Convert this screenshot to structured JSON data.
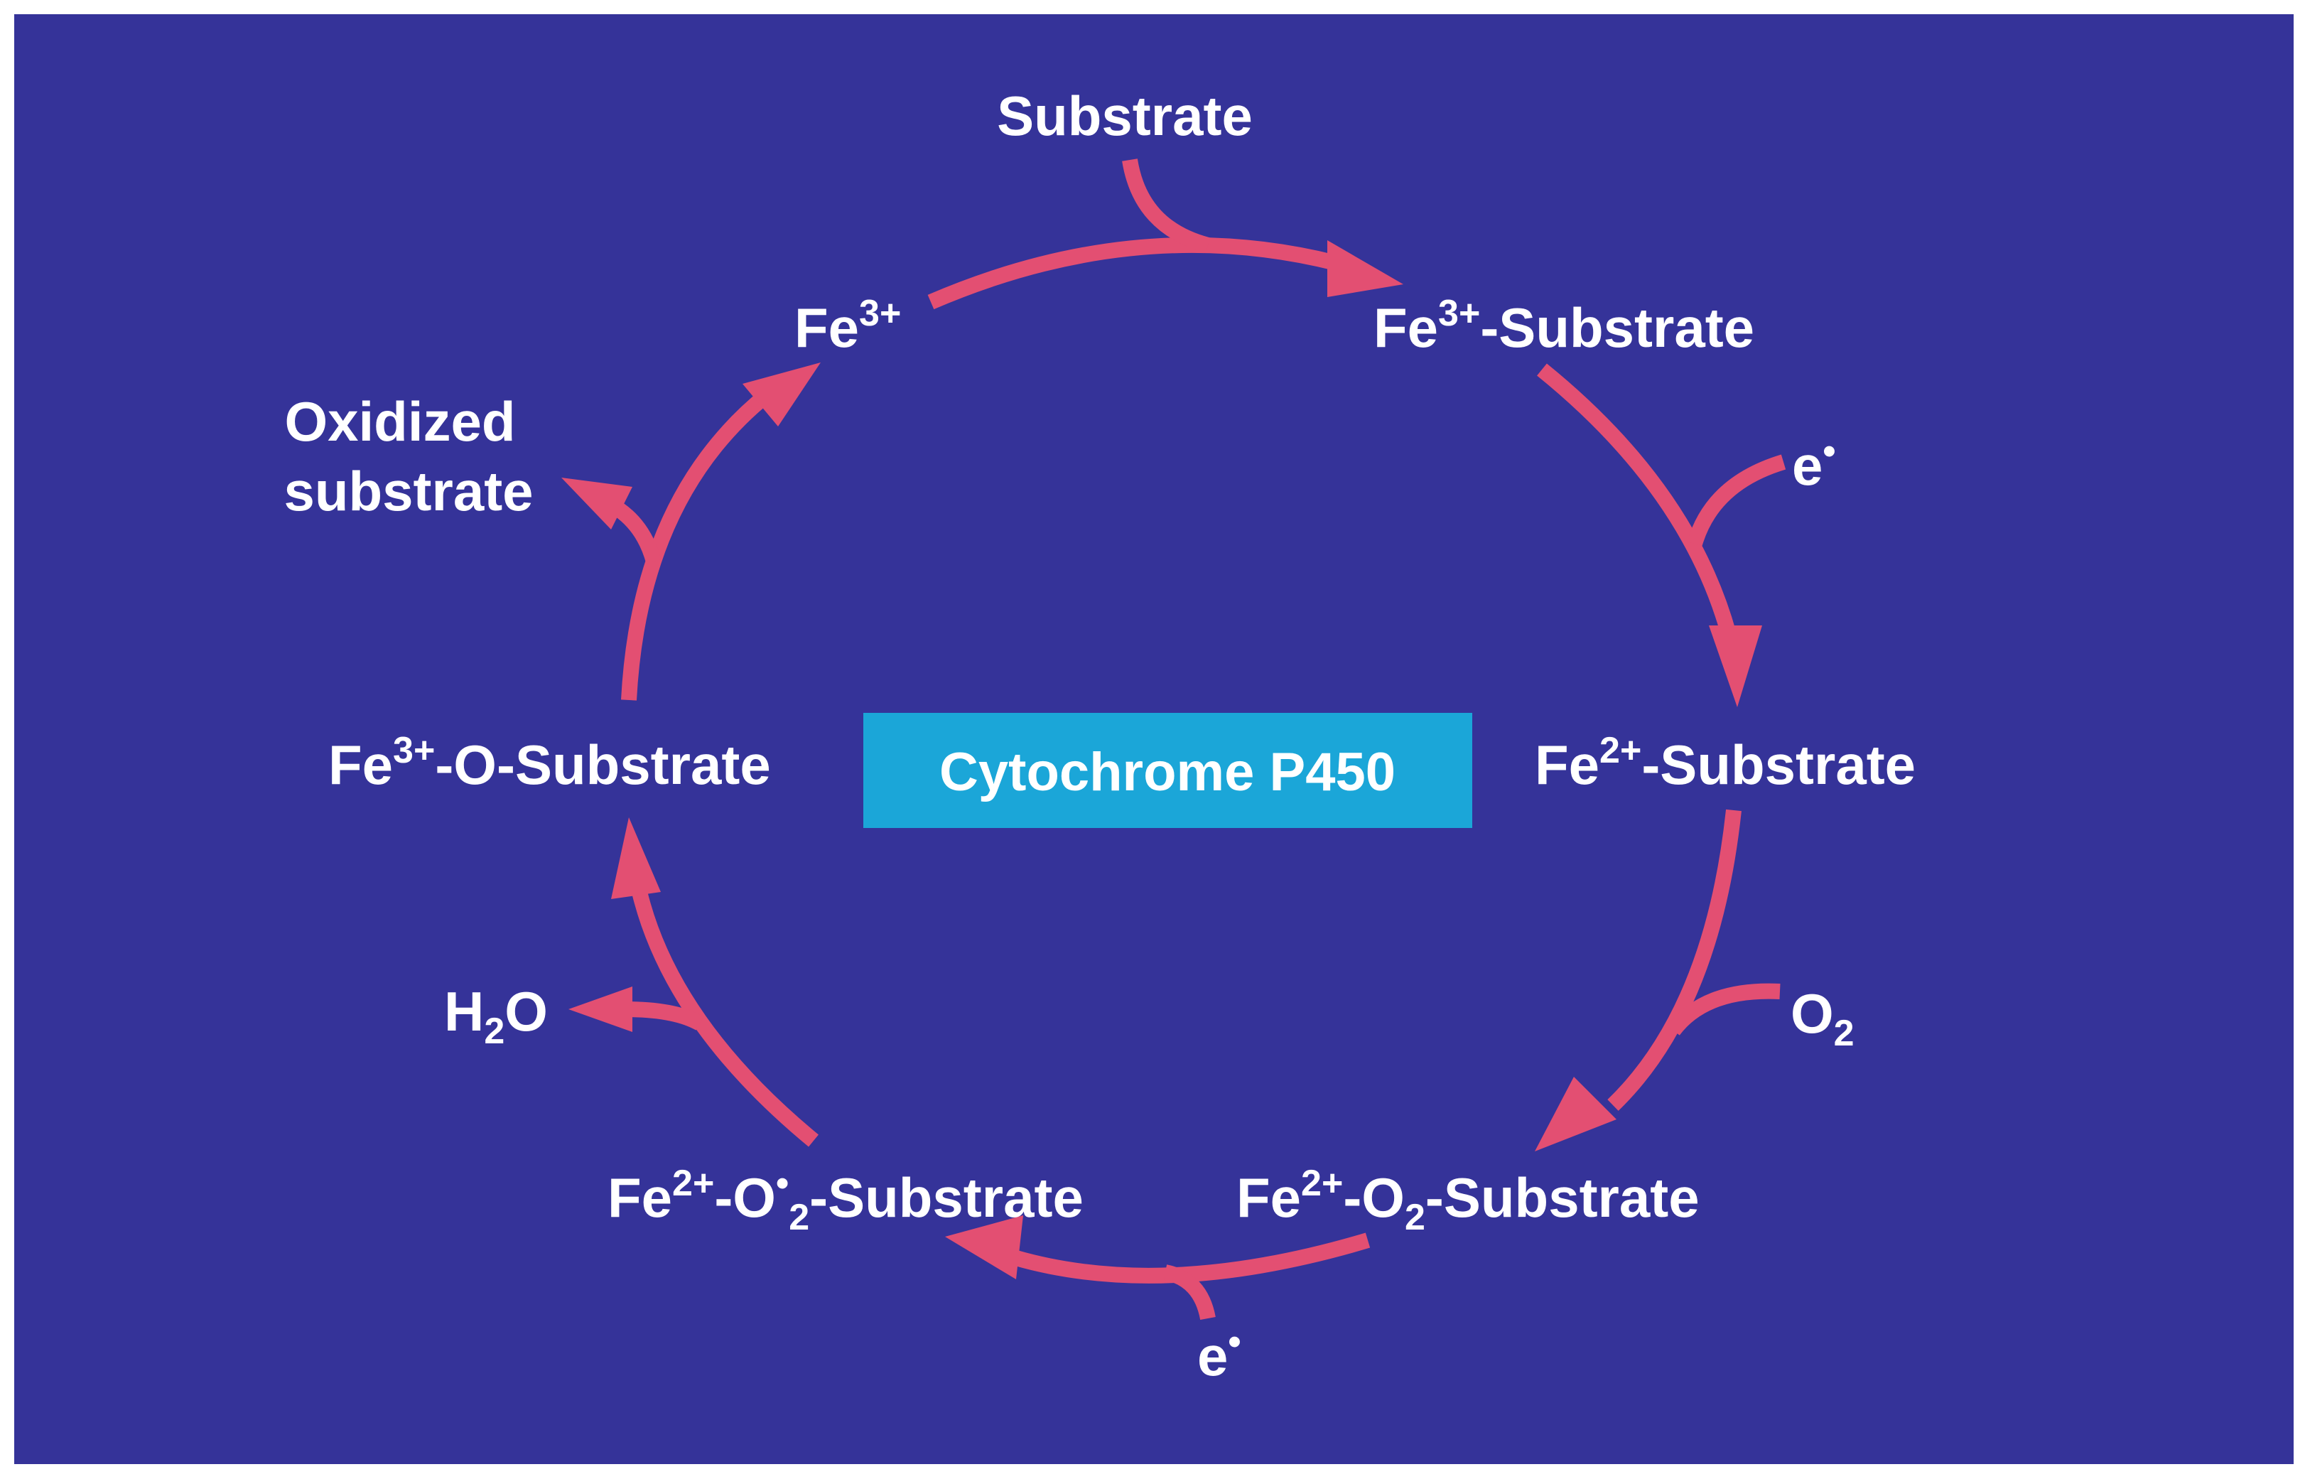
{
  "colors": {
    "background": "#353399",
    "arrow": "#e34f72",
    "center_box": "#1ba6d8",
    "text": "#ffffff"
  },
  "center": {
    "label": "Cytochrome P450"
  },
  "nodes": {
    "substrate_input": {
      "text": "Substrate"
    },
    "fe3": {
      "base": "Fe",
      "sup": "3+"
    },
    "fe3_substrate": {
      "base": "Fe",
      "sup": "3+",
      "rest": "-Substrate"
    },
    "electron_1": {
      "base": "e",
      "sup": "•"
    },
    "fe2_substrate": {
      "base": "Fe",
      "sup": "2+",
      "rest": "-Substrate"
    },
    "oxygen_input": {
      "base": "O",
      "sub": "2"
    },
    "fe2_o2_substrate": {
      "base": "Fe",
      "sup": "2+",
      "mid": "-O",
      "sub": "2",
      "rest": "-Substrate"
    },
    "electron_2": {
      "base": "e",
      "sup": "•"
    },
    "fe2_o2rad_substrate": {
      "base": "Fe",
      "sup": "2+",
      "mid": "-O",
      "sup2": "•",
      "sub": "2",
      "rest": "-Substrate"
    },
    "water_output": {
      "base": "H",
      "sub": "2",
      "rest": "O"
    },
    "fe3_o_substrate": {
      "base": "Fe",
      "sup": "3+",
      "rest": "-O-Substrate"
    },
    "oxidized_output": {
      "line1": "Oxidized",
      "line2": "substrate"
    }
  }
}
